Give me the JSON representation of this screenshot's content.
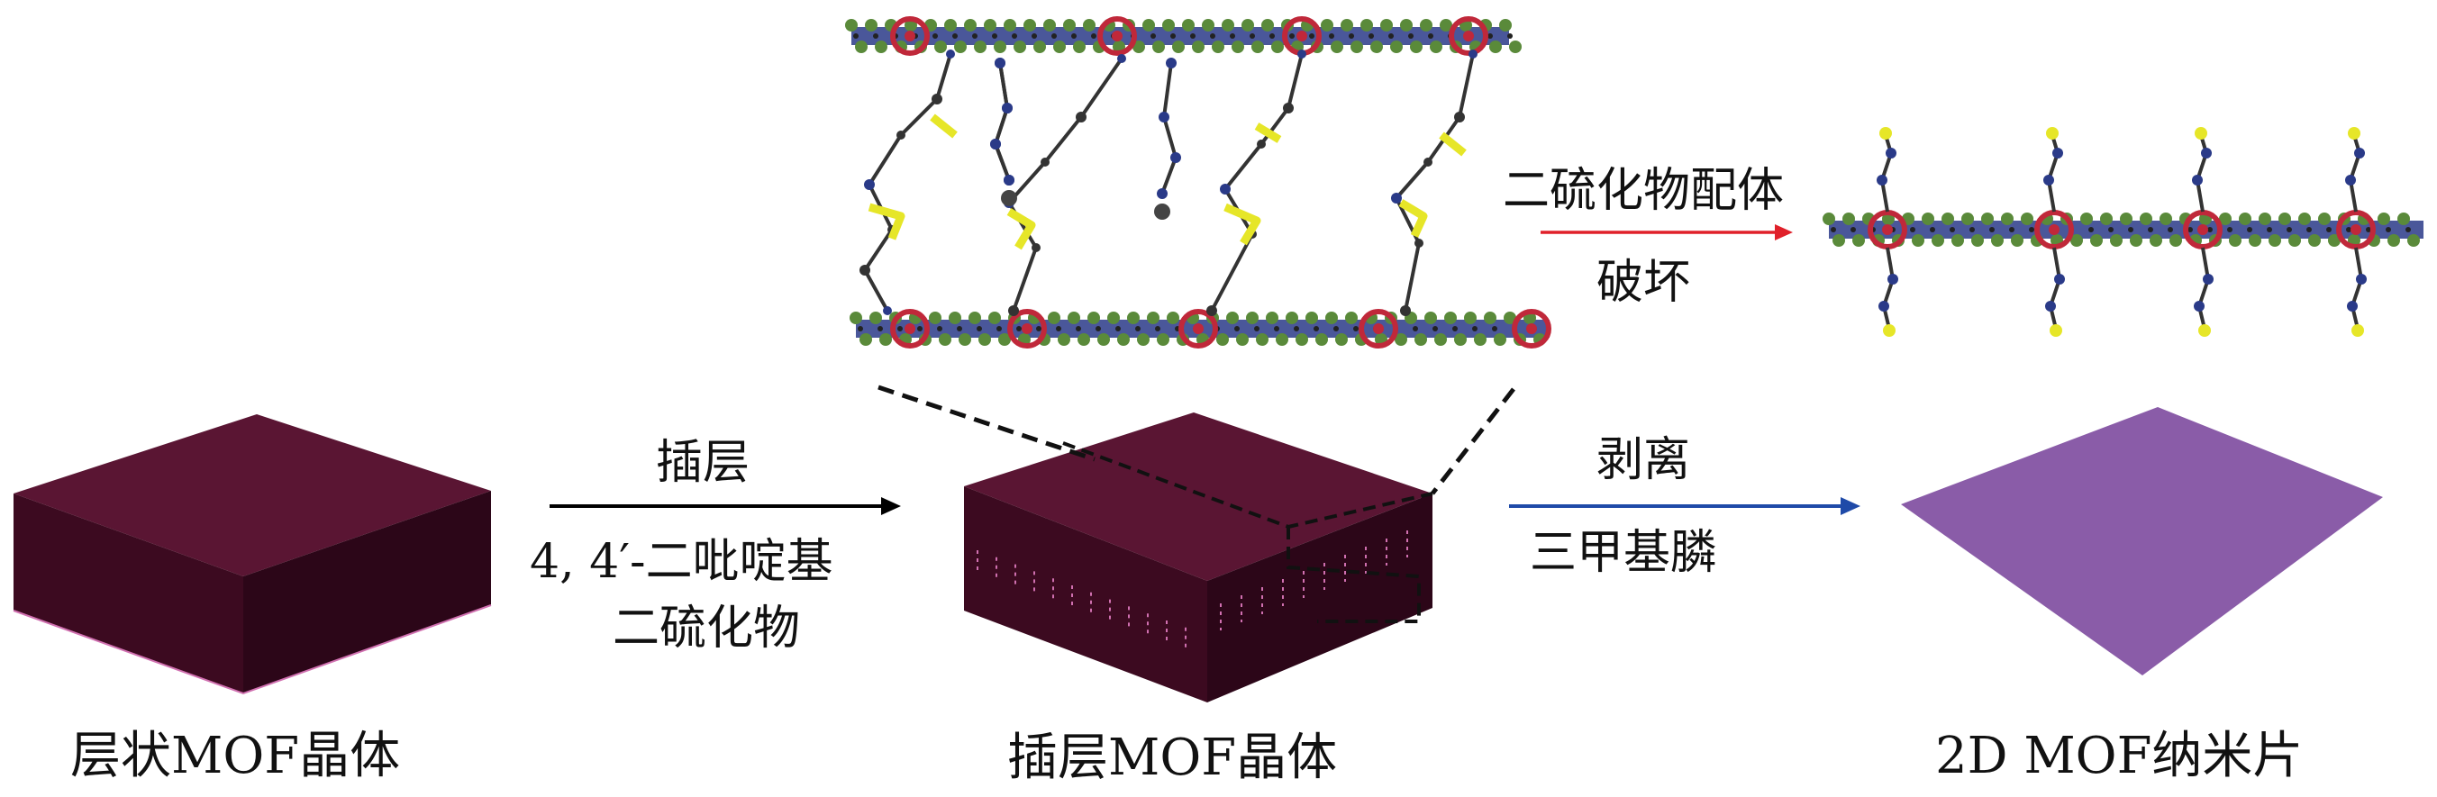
{
  "labels": {
    "layered_crystal": "层状MOF晶体",
    "intercalated_crystal": "插层MOF晶体",
    "nanosheet": "2D MOF纳米片"
  },
  "arrows": {
    "intercalation": {
      "top": "插层",
      "bottom_line1": "4, 4′-二吡啶基",
      "bottom_line2": "二硫化物",
      "color": "#000000"
    },
    "exfoliation": {
      "top": "剥离",
      "bottom": "三甲基膦",
      "color": "#1f4aa8"
    },
    "ligand_break": {
      "top": "二硫化物配体",
      "bottom": "破坏",
      "color": "#e0202a"
    }
  },
  "colors": {
    "crystal_top": "#5a1533",
    "crystal_front": "#3c0a20",
    "crystal_side": "#2c0618",
    "sheet": "#8a5ca8",
    "edge_highlight": "#d070b0",
    "linker_yellow": "#e6e628",
    "metal_red": "#c0283a",
    "ring_green": "#5a8a3a",
    "chain_blue": "#2a3a88"
  }
}
